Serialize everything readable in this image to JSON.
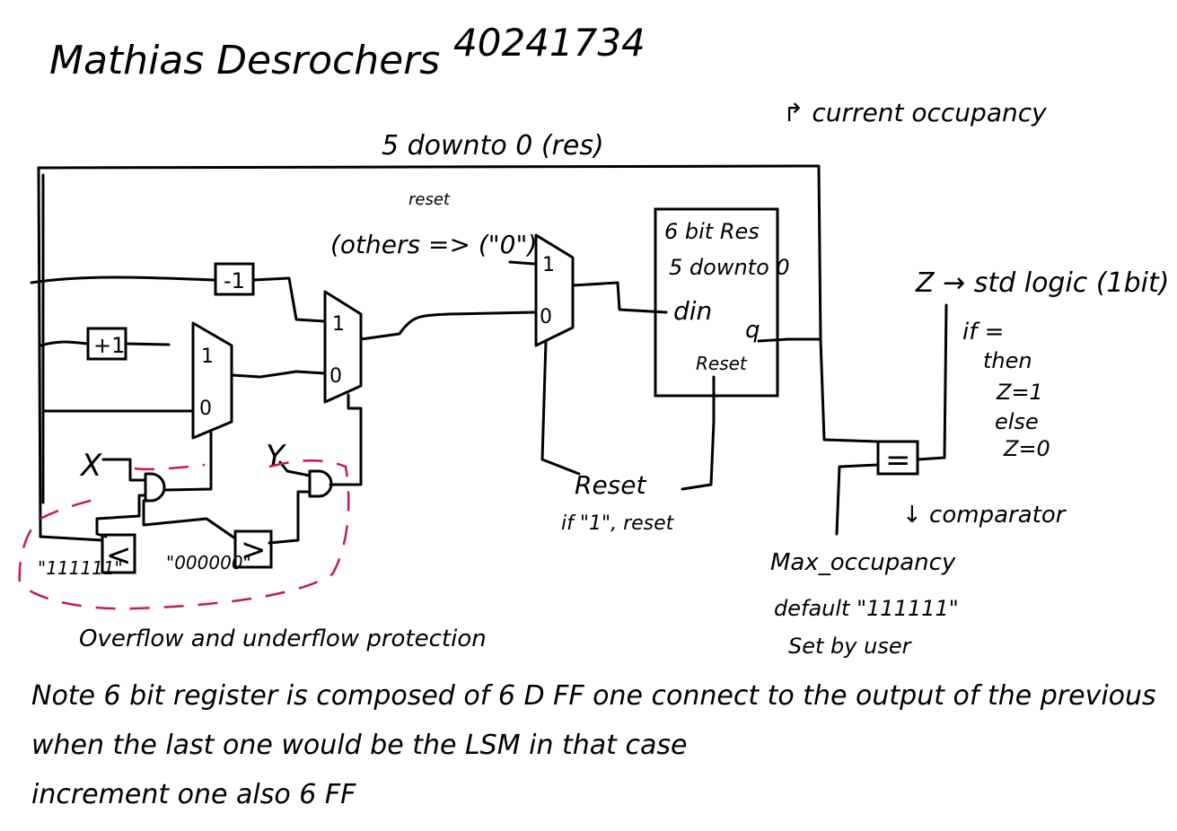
{
  "header": {
    "name": "Mathias Desrochers",
    "student_id": "40241734"
  },
  "labels": {
    "feedback_bus": "5 downto 0 (res)",
    "current_occupancy": "↱ current occupancy",
    "reset_others_top": "reset",
    "reset_others": "(others => (\"0\")",
    "minus_one": "-1",
    "plus_one": "+1",
    "mux_one": "1",
    "mux_zero": "0",
    "x_input": "X",
    "y_input": "Y",
    "max_value": "\"111111\"",
    "min_value": "\"000000\"",
    "less_than": "<",
    "greater_than": ">",
    "protection": "Overflow and underflow protection",
    "register_line1": "6 bit Res",
    "register_line2": "5 downto 0",
    "register_din": "din",
    "register_q": "q",
    "register_reset": "Reset",
    "reset_signal": "Reset",
    "reset_condition": "if \"1\", reset",
    "equals": "=",
    "comparator": "↓ comparator",
    "z_output": "Z → std logic (1bit)",
    "if_line": "if =",
    "then_line": "then",
    "z_one": "Z=1",
    "else_line": "else",
    "z_zero": "Z=0",
    "max_occupancy": "Max_occupancy",
    "default_value": "default \"111111\"",
    "set_by_user": "Set by user",
    "note_line1": "Note  6 bit register is composed of 6 D FF one connect to the output of the previous",
    "note_line2": "when  the last one would be the LSM in that case",
    "note_line3": "increment one also 6 FF"
  },
  "colors": {
    "ink": "#000000",
    "protection_outline": "#c2185b"
  }
}
